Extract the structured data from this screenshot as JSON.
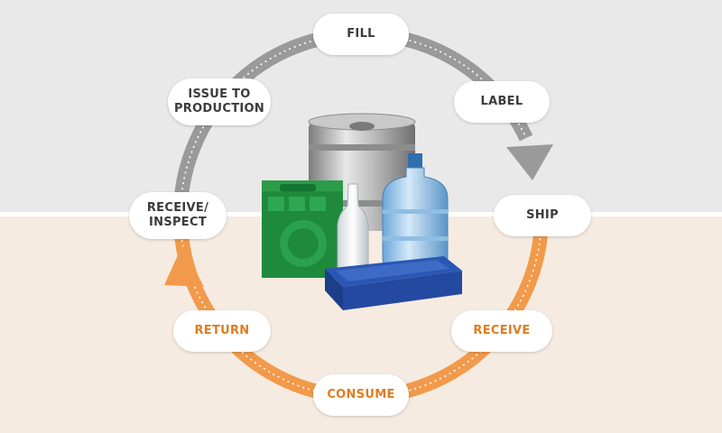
{
  "cycle": {
    "steps": {
      "fill": "FILL",
      "label": "LABEL",
      "ship": "SHIP",
      "receive": "RECEIVE",
      "consume": "CONSUME",
      "return": "RETURN",
      "receive_inspect": "RECEIVE/\nINSPECT",
      "issue_to_production": "ISSUE TO\nPRODUCTION"
    }
  },
  "colors": {
    "top_background": "#e9e9e9",
    "bottom_background": "#f6ebe1",
    "grey_arrow": "#9a9a9a",
    "orange_arrow": "#f29a4b",
    "grey_text": "#3b3b3b",
    "orange_text": "#e07b1f"
  },
  "icons": [
    "steel-keg-icon",
    "green-crate-icon",
    "glass-bottle-icon",
    "water-jug-icon",
    "blue-tray-icon"
  ]
}
